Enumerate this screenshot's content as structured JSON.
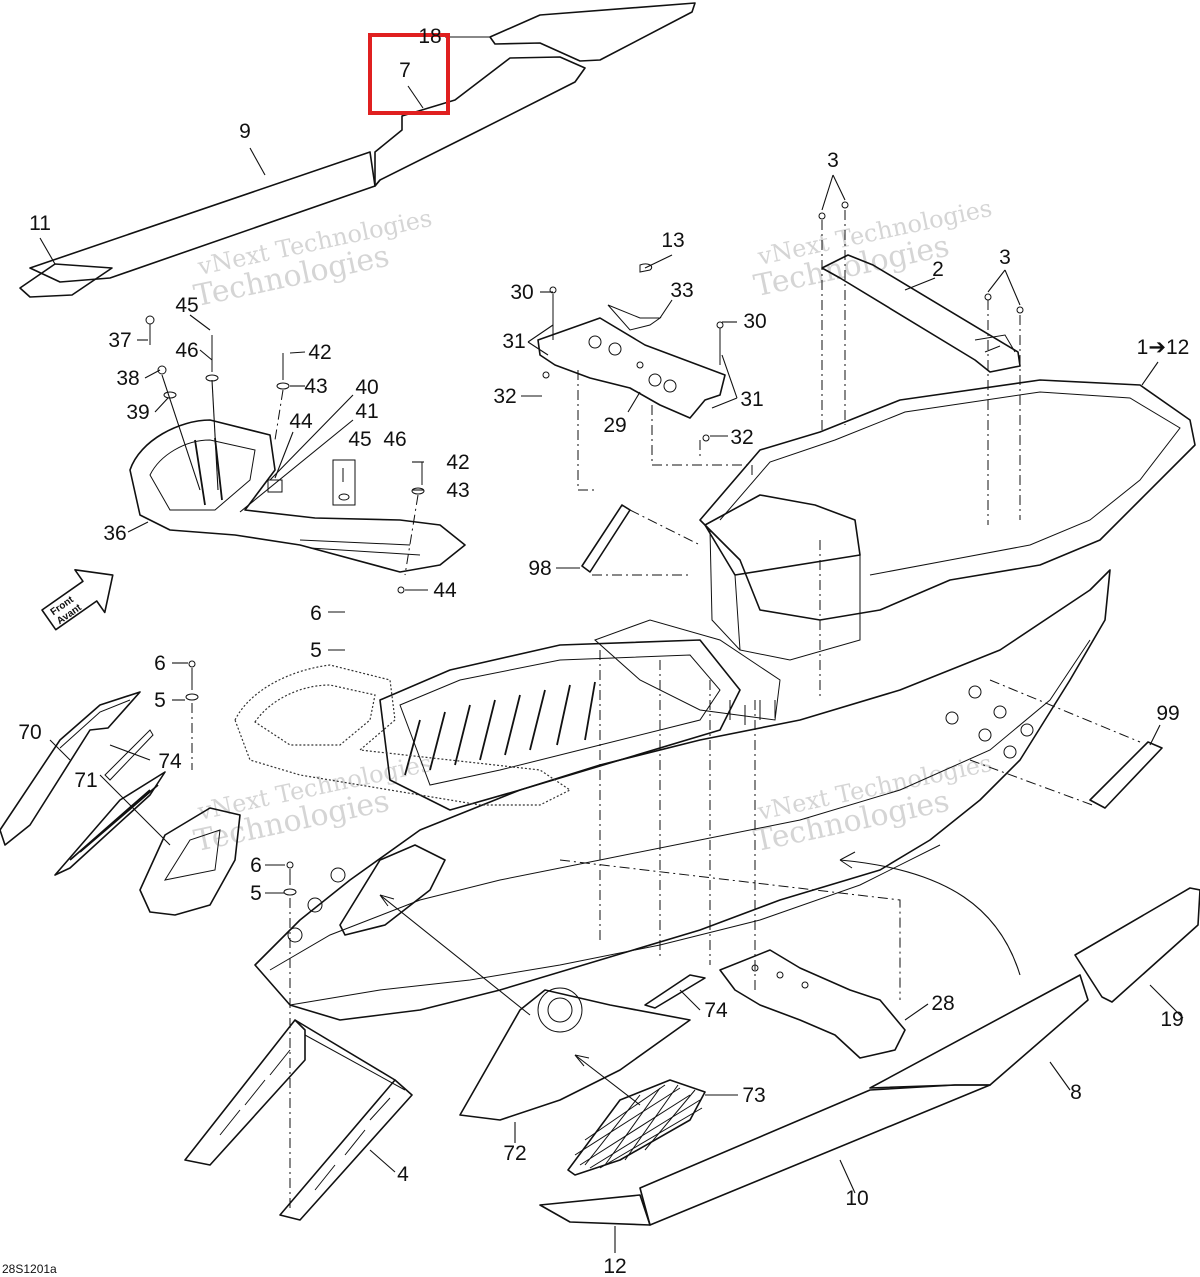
{
  "callouts": [
    {
      "id": "c18",
      "label": "18"
    },
    {
      "id": "c7",
      "label": "7"
    },
    {
      "id": "c9",
      "label": "9"
    },
    {
      "id": "c11",
      "label": "11"
    },
    {
      "id": "c3a",
      "label": "3"
    },
    {
      "id": "c3b",
      "label": "3"
    },
    {
      "id": "c2",
      "label": "2"
    },
    {
      "id": "c13",
      "label": "13"
    },
    {
      "id": "c30a",
      "label": "30"
    },
    {
      "id": "c33",
      "label": "33"
    },
    {
      "id": "c31a",
      "label": "31"
    },
    {
      "id": "c32a",
      "label": "32"
    },
    {
      "id": "c29",
      "label": "29"
    },
    {
      "id": "c30b",
      "label": "30"
    },
    {
      "id": "c31b",
      "label": "31"
    },
    {
      "id": "c32b",
      "label": "32"
    },
    {
      "id": "c1",
      "label": "1➔12"
    },
    {
      "id": "c45a",
      "label": "45"
    },
    {
      "id": "c37",
      "label": "37"
    },
    {
      "id": "c46a",
      "label": "46"
    },
    {
      "id": "c42a",
      "label": "42"
    },
    {
      "id": "c38",
      "label": "38"
    },
    {
      "id": "c43a",
      "label": "43"
    },
    {
      "id": "c40",
      "label": "40"
    },
    {
      "id": "c39",
      "label": "39"
    },
    {
      "id": "c41",
      "label": "41"
    },
    {
      "id": "c44a",
      "label": "44"
    },
    {
      "id": "c45b",
      "label": "45"
    },
    {
      "id": "c46b",
      "label": "46"
    },
    {
      "id": "c42b",
      "label": "42"
    },
    {
      "id": "c43b",
      "label": "43"
    },
    {
      "id": "c36",
      "label": "36"
    },
    {
      "id": "c44b",
      "label": "44"
    },
    {
      "id": "c98",
      "label": "98"
    },
    {
      "id": "c6a",
      "label": "6"
    },
    {
      "id": "c5a",
      "label": "5"
    },
    {
      "id": "c6b",
      "label": "6"
    },
    {
      "id": "c5b",
      "label": "5"
    },
    {
      "id": "c70",
      "label": "70"
    },
    {
      "id": "c74a",
      "label": "74"
    },
    {
      "id": "c71",
      "label": "71"
    },
    {
      "id": "c99",
      "label": "99"
    },
    {
      "id": "c6c",
      "label": "6"
    },
    {
      "id": "c5c",
      "label": "5"
    },
    {
      "id": "c19",
      "label": "19"
    },
    {
      "id": "c74b",
      "label": "74"
    },
    {
      "id": "c28",
      "label": "28"
    },
    {
      "id": "c8",
      "label": "8"
    },
    {
      "id": "c73",
      "label": "73"
    },
    {
      "id": "c4",
      "label": "4"
    },
    {
      "id": "c72",
      "label": "72"
    },
    {
      "id": "c10",
      "label": "10"
    },
    {
      "id": "c12",
      "label": "12"
    }
  ],
  "front_arrow": {
    "line1": "Front",
    "line2": "Avant"
  },
  "watermark": {
    "line1": "vNext Technologies",
    "line2": "Technologies"
  },
  "figure_ref": "28S1201a",
  "highlight_color": "#e02020",
  "line_color": "#111111"
}
